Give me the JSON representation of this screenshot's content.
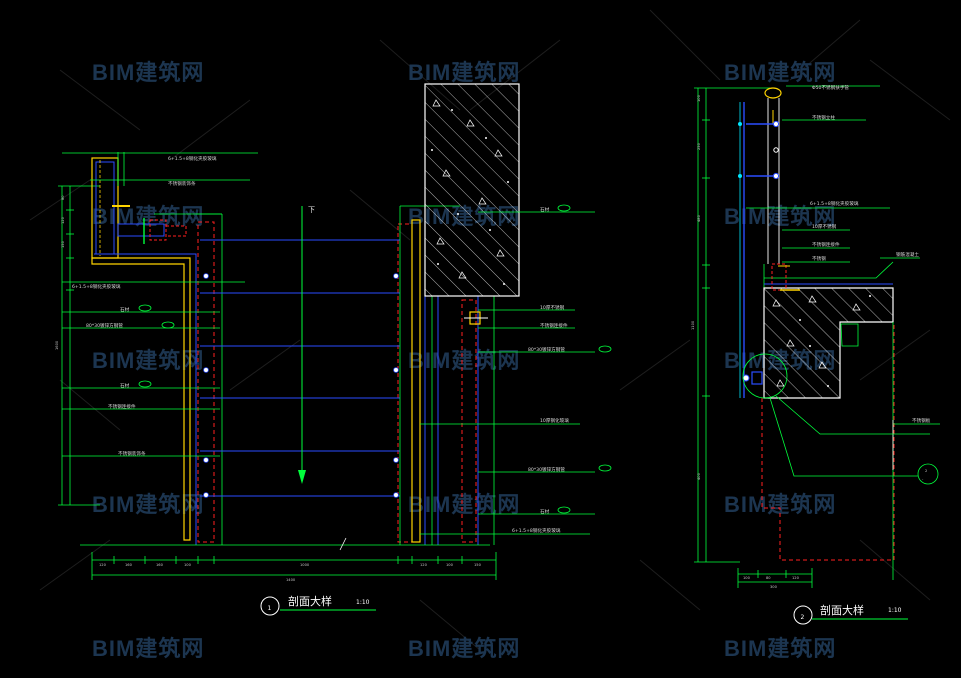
{
  "watermark": "BIM建筑网",
  "colors": {
    "background": "#000000",
    "green": "#00ff3c",
    "blue": "#2a4dff",
    "cyan": "#00e6ff",
    "red": "#ff2020",
    "yellow": "#ffd400",
    "white": "#ffffff",
    "watermark": "#1c3550"
  },
  "detail1": {
    "number": "1",
    "title": "剖面大样",
    "scale": "1:10",
    "down_mark": "下",
    "stone_tag_1": "石材",
    "stone_tag_2": "石材",
    "labels_left": [
      "6+1.5+8钢化夹胶玻璃",
      "不锈钢装饰条",
      "6+1.5+8钢化夹胶玻璃",
      "石材",
      "80*30镀锌方钢管",
      "石材",
      "不锈钢连接件",
      "不锈钢装饰条"
    ],
    "labels_right": [
      "石材",
      "10厚不锈钢",
      "不锈钢连接件",
      "80*30镀锌方钢管",
      "10厚钢化玻璃",
      "80*30镀锌方钢管",
      "石材",
      "6+1.5+8钢化夹胶玻璃"
    ]
  },
  "detail2": {
    "number": "2",
    "title": "剖面大样",
    "scale": "1:10",
    "labels": [
      "Φ50不锈钢扶手管",
      "不锈钢立柱",
      "6+1.5+8钢化夹胶玻璃",
      "10厚不锈钢",
      "不锈钢连接件",
      "不锈钢",
      "钢筋混凝土",
      "不锈钢板"
    ]
  }
}
